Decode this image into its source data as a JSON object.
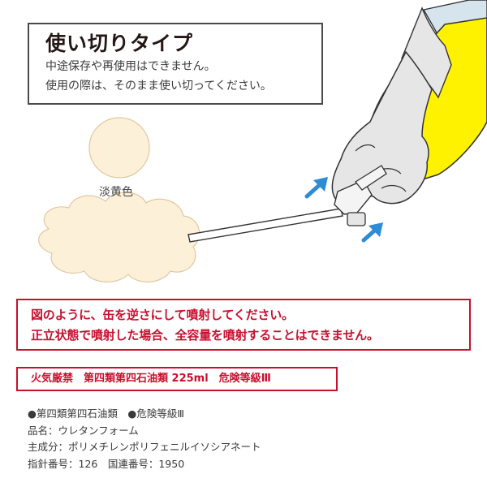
{
  "title_box": {
    "title": "使い切りタイプ",
    "line1": "中途保存や再使用はできません。",
    "line2": "使用の際は、そのまま使い切ってください。"
  },
  "illustration": {
    "color_label": "淡黄色",
    "colors": {
      "foam": "#fcf0d8",
      "foam_outline": "#e0c8a0",
      "can": "#fff200",
      "glove": "#e6e6e6",
      "sleeve": "#d6e4ee",
      "arrow": "#2e8bd6",
      "outline": "#333333"
    },
    "icons": [
      "press-arrow-icon",
      "press-arrow-icon"
    ]
  },
  "warning": {
    "line1": "図のように、缶を逆さにして噴射してください。",
    "line2": "正立状態で噴射した場合、全容量を噴射することはできません。"
  },
  "hazard_label": "火気厳禁　第四類第四石油類 225ml　危険等級Ⅲ",
  "specs": {
    "line1": "●第四類第四石油類　●危険等級Ⅲ",
    "line2": "品名：ウレタンフォーム",
    "line3": "主成分：ポリメチレンポリフェニルイソシアネート",
    "line4": "指針番号：126　国連番号：1950"
  },
  "accent_colors": {
    "warning_red": "#c8102e",
    "box_border": "#4a4a4a"
  }
}
